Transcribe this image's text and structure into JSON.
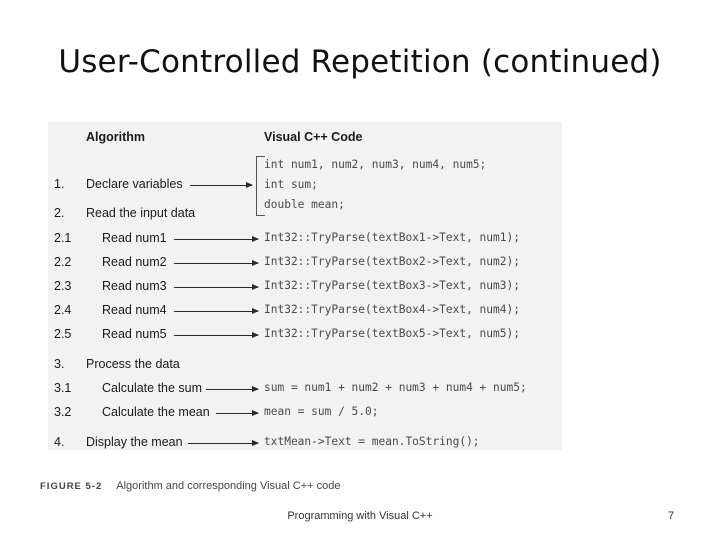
{
  "slide": {
    "title": "User-Controlled Repetition (continued)",
    "footer": "Programming with Visual C++",
    "page_number": "7"
  },
  "figure": {
    "header_algorithm": "Algorithm",
    "header_code": "Visual C++ Code",
    "declarations": [
      "int num1, num2, num3, num4, num5;",
      "int sum;",
      "double mean;"
    ],
    "steps": [
      {
        "num": "1.",
        "label": "Declare variables",
        "code": ""
      },
      {
        "num": "2.",
        "label": "Read the input data",
        "code": ""
      },
      {
        "num": "2.1",
        "label": "Read num1",
        "code": "Int32::TryParse(textBox1->Text, num1);"
      },
      {
        "num": "2.2",
        "label": "Read num2",
        "code": "Int32::TryParse(textBox2->Text, num2);"
      },
      {
        "num": "2.3",
        "label": "Read num3",
        "code": "Int32::TryParse(textBox3->Text, num3);"
      },
      {
        "num": "2.4",
        "label": "Read num4",
        "code": "Int32::TryParse(textBox4->Text, num4);"
      },
      {
        "num": "2.5",
        "label": "Read num5",
        "code": "Int32::TryParse(textBox5->Text, num5);"
      },
      {
        "num": "3.",
        "label": "Process the data",
        "code": ""
      },
      {
        "num": "3.1",
        "label": "Calculate the sum",
        "code": "sum = num1 + num2 + num3 + num4 + num5;"
      },
      {
        "num": "3.2",
        "label": "Calculate the mean",
        "code": "mean = sum / 5.0;"
      },
      {
        "num": "4.",
        "label": "Display the mean",
        "code": "txtMean->Text = mean.ToString();"
      }
    ],
    "caption_number": "FIGURE 5-2",
    "caption_text": "Algorithm and corresponding Visual C++ code"
  }
}
